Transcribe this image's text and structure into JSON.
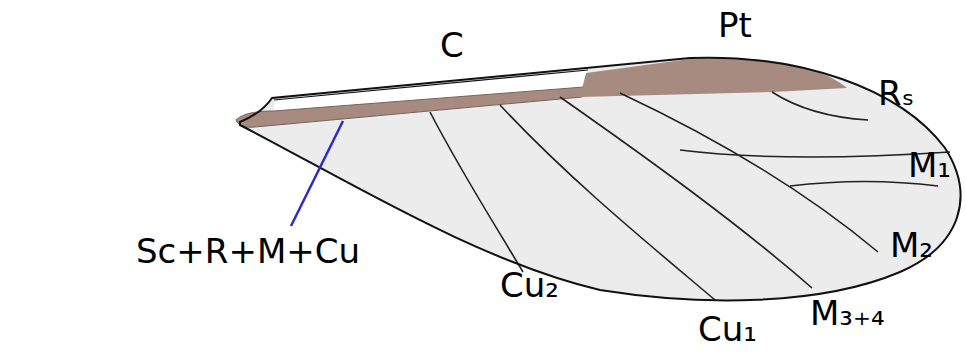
{
  "diagram": {
    "labels": [
      "C",
      "Pt",
      "Rₛ",
      "M₁",
      "M₂",
      "M₃₊₄",
      "Cu₁",
      "Cu₂",
      "Sc+R+M+Cu"
    ]
  }
}
